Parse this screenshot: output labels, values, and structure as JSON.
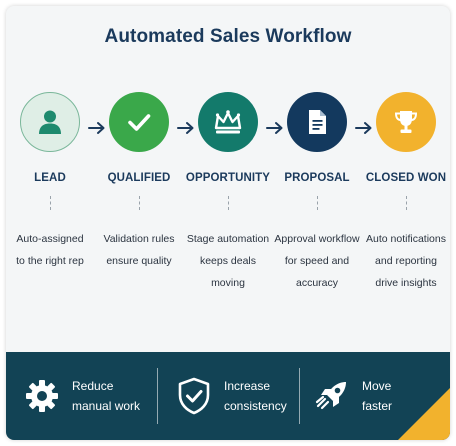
{
  "title": "Automated Sales Workflow",
  "colors": {
    "navy": "#1b3a5c",
    "lead_bg": "#dfeee6",
    "lead_border": "#7ab79a",
    "lead_icon": "#1e8a6e",
    "qualified": "#3aa84a",
    "opportunity": "#137a6b",
    "proposal": "#13395e",
    "closed_won": "#f2b22d",
    "footer": "#124355",
    "accent": "#f2b22d"
  },
  "stages": [
    {
      "label": "LEAD",
      "icon": "person-icon",
      "description": "Auto-assigned\nto the right rep"
    },
    {
      "label": "QUALIFIED",
      "icon": "checkmark-icon",
      "description": "Validation rules\nensure quality"
    },
    {
      "label": "OPPORTUNITY",
      "icon": "crown-icon",
      "description": "Stage automation\nkeeps deals\nmoving"
    },
    {
      "label": "PROPOSAL",
      "icon": "document-icon",
      "description": "Approval workflow\nfor speed and\naccuracy"
    },
    {
      "label": "CLOSED WON",
      "icon": "trophy-icon",
      "description": "Auto notifications\nand reporting\ndrive insights"
    }
  ],
  "benefits": [
    {
      "icon": "gear-icon",
      "text": "Reduce\nmanual work"
    },
    {
      "icon": "shield-check-icon",
      "text": "Increase\nconsistency"
    },
    {
      "icon": "rocket-icon",
      "text": "Move\nfaster"
    }
  ]
}
